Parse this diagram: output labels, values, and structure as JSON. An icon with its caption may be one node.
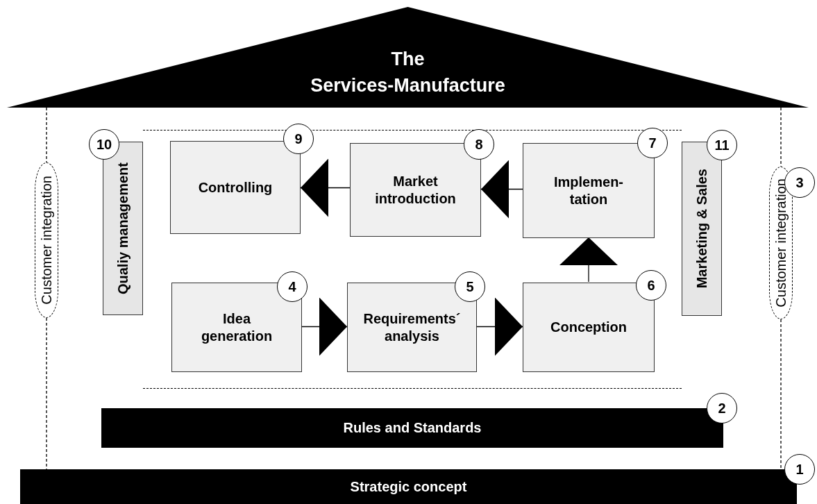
{
  "diagram": {
    "nodes": [
      {
        "text": [
          "The Services-Manufacture"
        ]
      },
      {
        "text": [
          "Customer integration"
        ]
      },
      {
        "text": [],
        "shape": "box"
      },
      {
        "text": [
          "Qualiy management"
        ]
      },
      {
        "text": [
          "10"
        ]
      },
      {
        "text": [
          "Controlling"
        ],
        "in": 2
      },
      {
        "text": [
          "9"
        ]
      },
      {
        "text": [
          "Market introduction"
        ],
        "in": 2
      },
      {
        "text": [
          "8"
        ],
        "in": 2
      },
      {
        "text": [
          "Implemen- tation"
        ],
        "in": 2
      },
      {
        "text": [
          "7"
        ],
        "in": 2
      },
      {
        "text": [
          "Marketing & Sales"
        ]
      },
      {
        "text": [
          "11"
        ]
      },
      {
        "text": [
          "Customer integration"
        ]
      },
      {
        "text": [
          "3"
        ]
      },
      {
        "text": [
          "Idea generation"
        ],
        "in": 2
      },
      {
        "text": [
          "4"
        ],
        "in": 2
      },
      {
        "text": [
          "Requirements´ analysis"
        ],
        "in": 2
      },
      {
        "text": [
          "5"
        ],
        "in": 2
      },
      {
        "text": [
          "Conception"
        ],
        "in": 2
      },
      {
        "text": [
          "6"
        ],
        "in": 2
      },
      {
        "text": [
          "Rules and Standards"
        ]
      },
      {
        "text": [
          "2"
        ]
      },
      {
        "text": [
          "Strategic concept"
        ]
      },
      {
        "text": [
          "1"
        ]
      }
    ],
    "edges": [
      {
        "from": 15,
        "to": 17,
        "arrow": "to"
      },
      {
        "from": 17,
        "to": 19,
        "arrow": "to"
      },
      {
        "from": 19,
        "to": 9,
        "arrow": "to"
      },
      {
        "from": 9,
        "to": 7,
        "arrow": "to"
      },
      {
        "from": 7,
        "to": 5,
        "arrow": "to"
      },
      {
        "from": 0,
        "to": 1,
        "arrow": "none",
        "style": "dashed"
      },
      {
        "from": 1,
        "to": 23,
        "arrow": "none",
        "style": "dashed"
      },
      {
        "from": 0,
        "to": 13,
        "arrow": "none",
        "style": "dashed"
      },
      {
        "from": 13,
        "to": 23,
        "arrow": "none",
        "style": "dashed"
      }
    ]
  }
}
